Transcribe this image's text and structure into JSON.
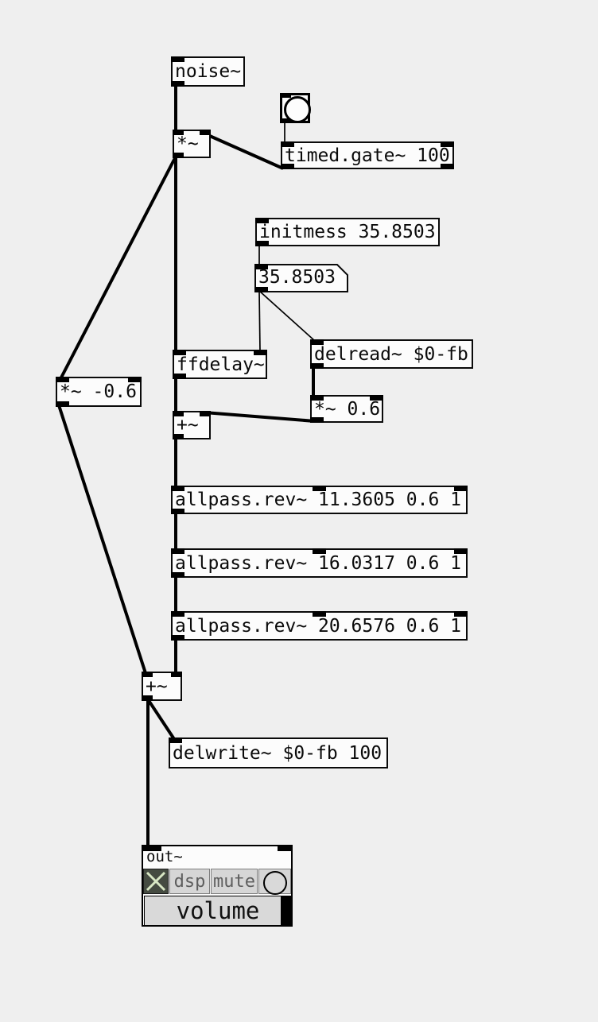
{
  "colors": {
    "background": "#efefef",
    "box_fill": "#fcfcfc",
    "box_border": "#000000",
    "cord": "#000000",
    "toggle_bg": "#454b41",
    "toggle_cross": "#d8e7c4",
    "gui_button_fill": "#d6d6d6",
    "gui_button_text": "#5e5e5e",
    "slider_fill": "#d9d9d9",
    "slider_handle": "#000000"
  },
  "objects": {
    "noise": {
      "label": "noise~"
    },
    "mult1": {
      "label": "*~"
    },
    "timed_gate": {
      "label": "timed.gate~ 100"
    },
    "initmess": {
      "label": "initmess 35.8503"
    },
    "number_box": {
      "value": "35.8503"
    },
    "ffdelay": {
      "label": "ffdelay~"
    },
    "delread": {
      "label": "delread~ $0-fb"
    },
    "mult06": {
      "label": "*~ 0.6"
    },
    "plus1": {
      "label": "+~"
    },
    "mult_neg06": {
      "label": "*~ -0.6"
    },
    "allpass1": {
      "label": "allpass.rev~ 11.3605 0.6 1"
    },
    "allpass2": {
      "label": "allpass.rev~ 16.0317 0.6 1"
    },
    "allpass3": {
      "label": "allpass.rev~ 20.6576 0.6 1"
    },
    "plus2": {
      "label": "+~"
    },
    "delwrite": {
      "label": "delwrite~ $0-fb 100"
    }
  },
  "out_gui": {
    "title": "out~",
    "dsp_label": "dsp",
    "mute_label": "mute",
    "volume_label": "volume",
    "toggle_state": "on",
    "volume_position": "max"
  }
}
